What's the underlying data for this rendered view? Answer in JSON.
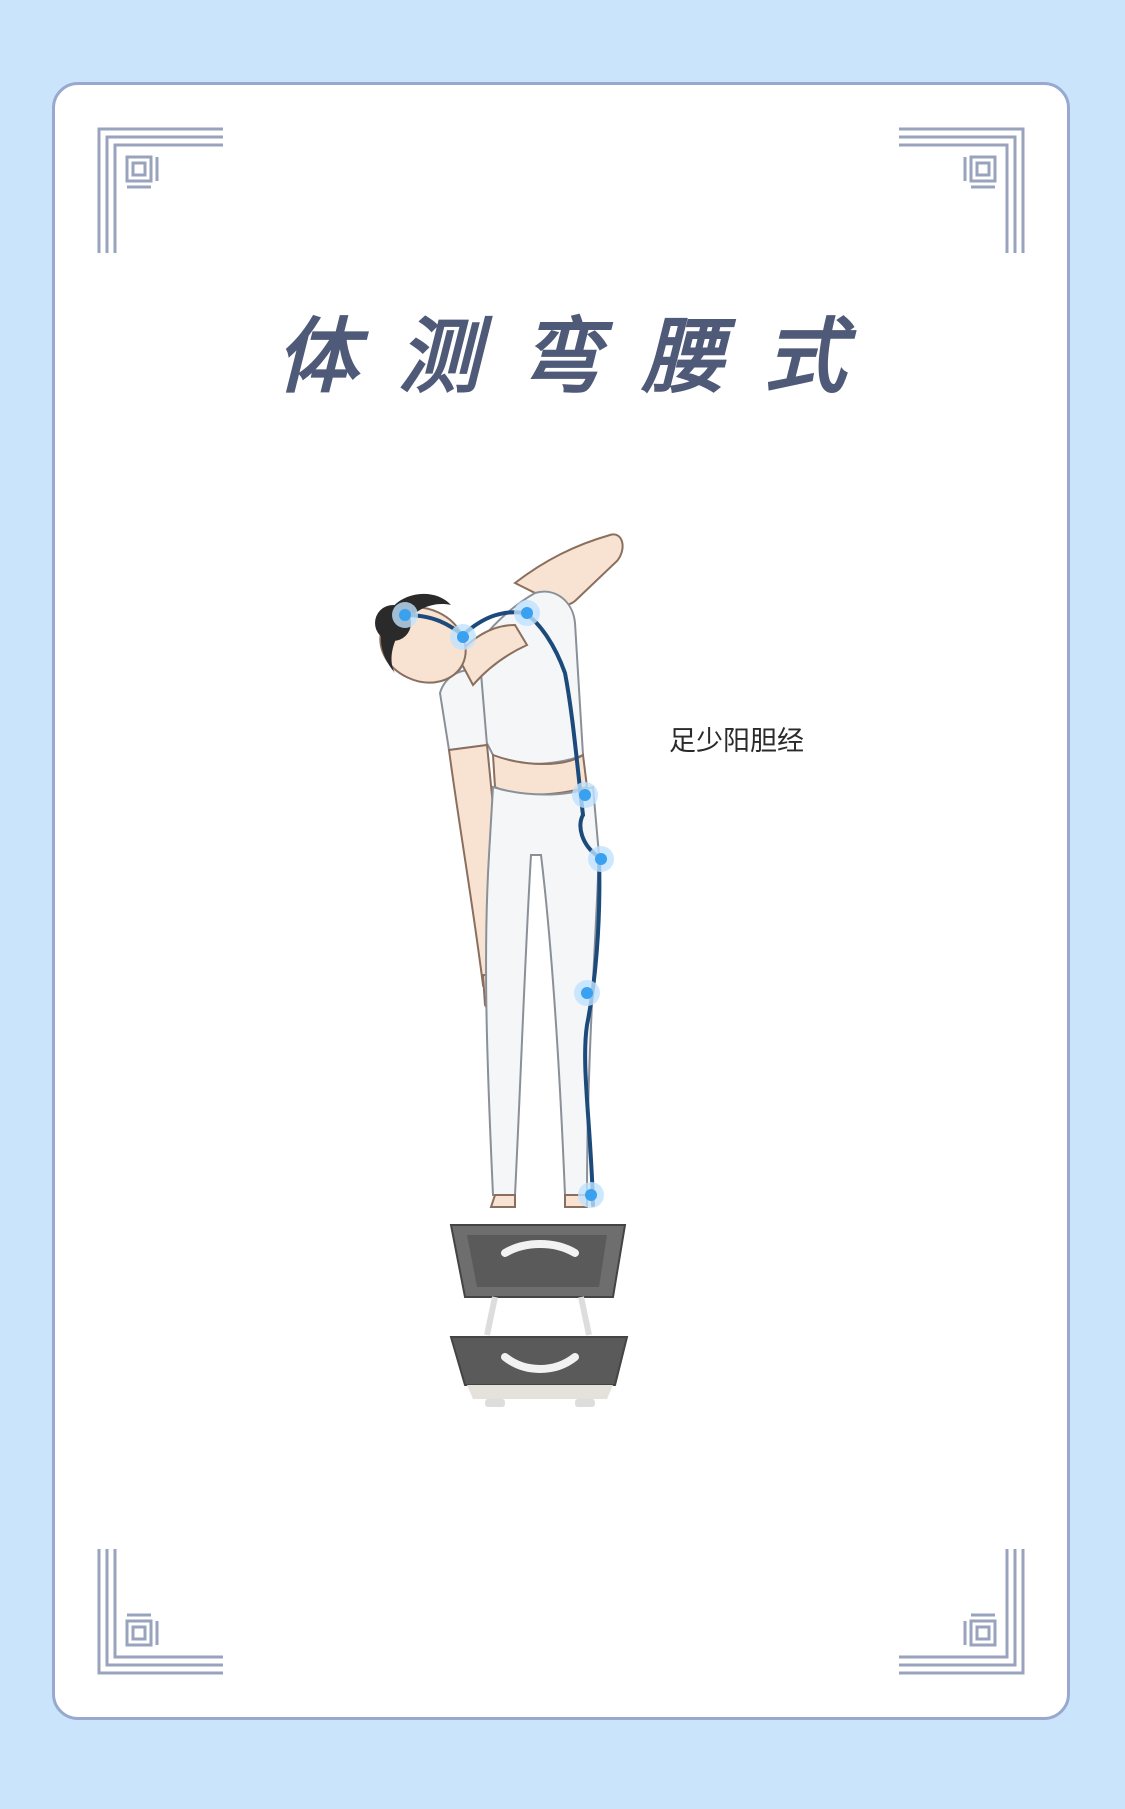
{
  "title": "体测弯腰式",
  "meridian_label": "足少阳胆经",
  "colors": {
    "background": "#c9e4fb",
    "card": "#ffffff",
    "card_border": "#98a8cf",
    "title": "#4e5a78",
    "ornament": "#9aa3be",
    "meridian_line": "#1c4a7a",
    "acupoint": "#3aa0f0"
  },
  "icons": [
    "corner-ornament-icon",
    "stretching-figure-illustration",
    "acupoint-marker-icon"
  ]
}
